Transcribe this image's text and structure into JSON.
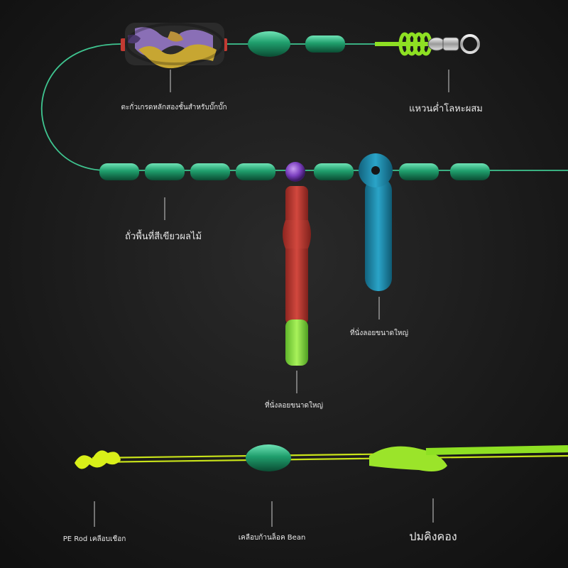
{
  "labels": {
    "lead_sinker": "ตะกั่วเกรดหลักสองชั้นสำหรับบั๊กบั๊ก",
    "swivel_ring": "แหวนค่ำโลหะผสม",
    "green_beans": "ถั่วพื้นที่สีเขียวผลไม้",
    "large_float_seat_blue": "ที่นั่งลอยขนาดใหญ่",
    "large_float_seat_red": "ที่นั่งลอยขนาดใหญ่",
    "pe_rod": "PE Rod เคลือบเชือก",
    "bean_lock": "เคลือบก้านล็อค Bean",
    "knot": "ปมคิงคอง"
  },
  "colors": {
    "background": "#161616",
    "line": "#3fc590",
    "bead": "#1f9e6c",
    "yellow_line": "#c8e21a",
    "lime_knot": "#8ee023",
    "red_float": "#c23a32",
    "blue_float": "#1e8fb3",
    "purple_bead": "#7b3fbf"
  }
}
